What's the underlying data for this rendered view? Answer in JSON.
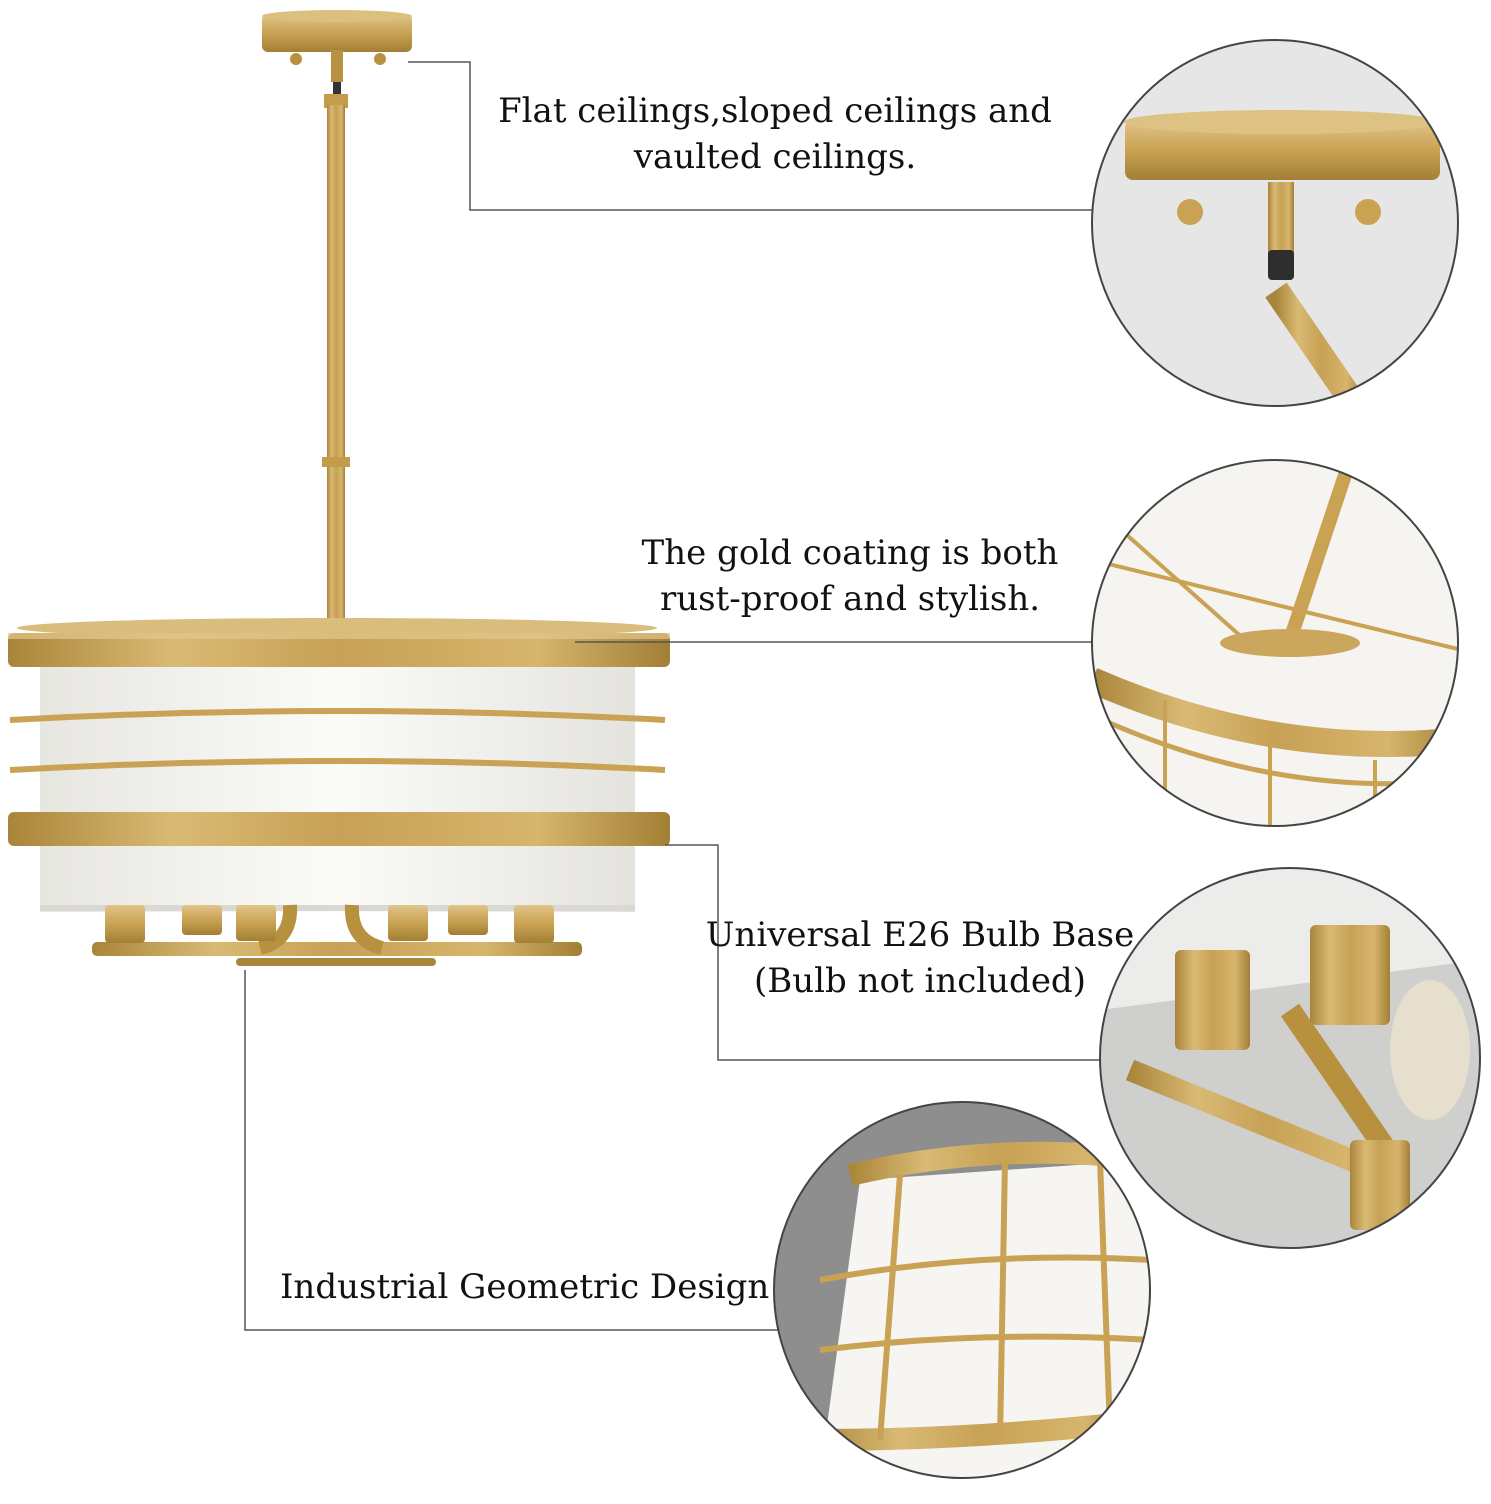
{
  "features": [
    {
      "id": "ceiling",
      "lines": [
        "Flat ceilings,sloped ceilings and",
        "vaulted ceilings."
      ],
      "icon": "ceiling-canopy-closeup"
    },
    {
      "id": "gold-coating",
      "lines": [
        "The gold coating is both",
        "rust-proof and stylish."
      ],
      "icon": "gold-frame-closeup"
    },
    {
      "id": "bulb-base",
      "lines": [
        "Universal E26 Bulb Base",
        "(Bulb not included)"
      ],
      "icon": "bulb-socket-closeup"
    },
    {
      "id": "design",
      "lines": [
        "Industrial Geometric Design"
      ],
      "icon": "geometric-cage-closeup"
    }
  ],
  "colors": {
    "gold": "#c9a253",
    "gold_dark": "#a27f35",
    "gold_light": "#e0c383",
    "shade": "#f7f6f2",
    "leader_line": "#555555"
  }
}
